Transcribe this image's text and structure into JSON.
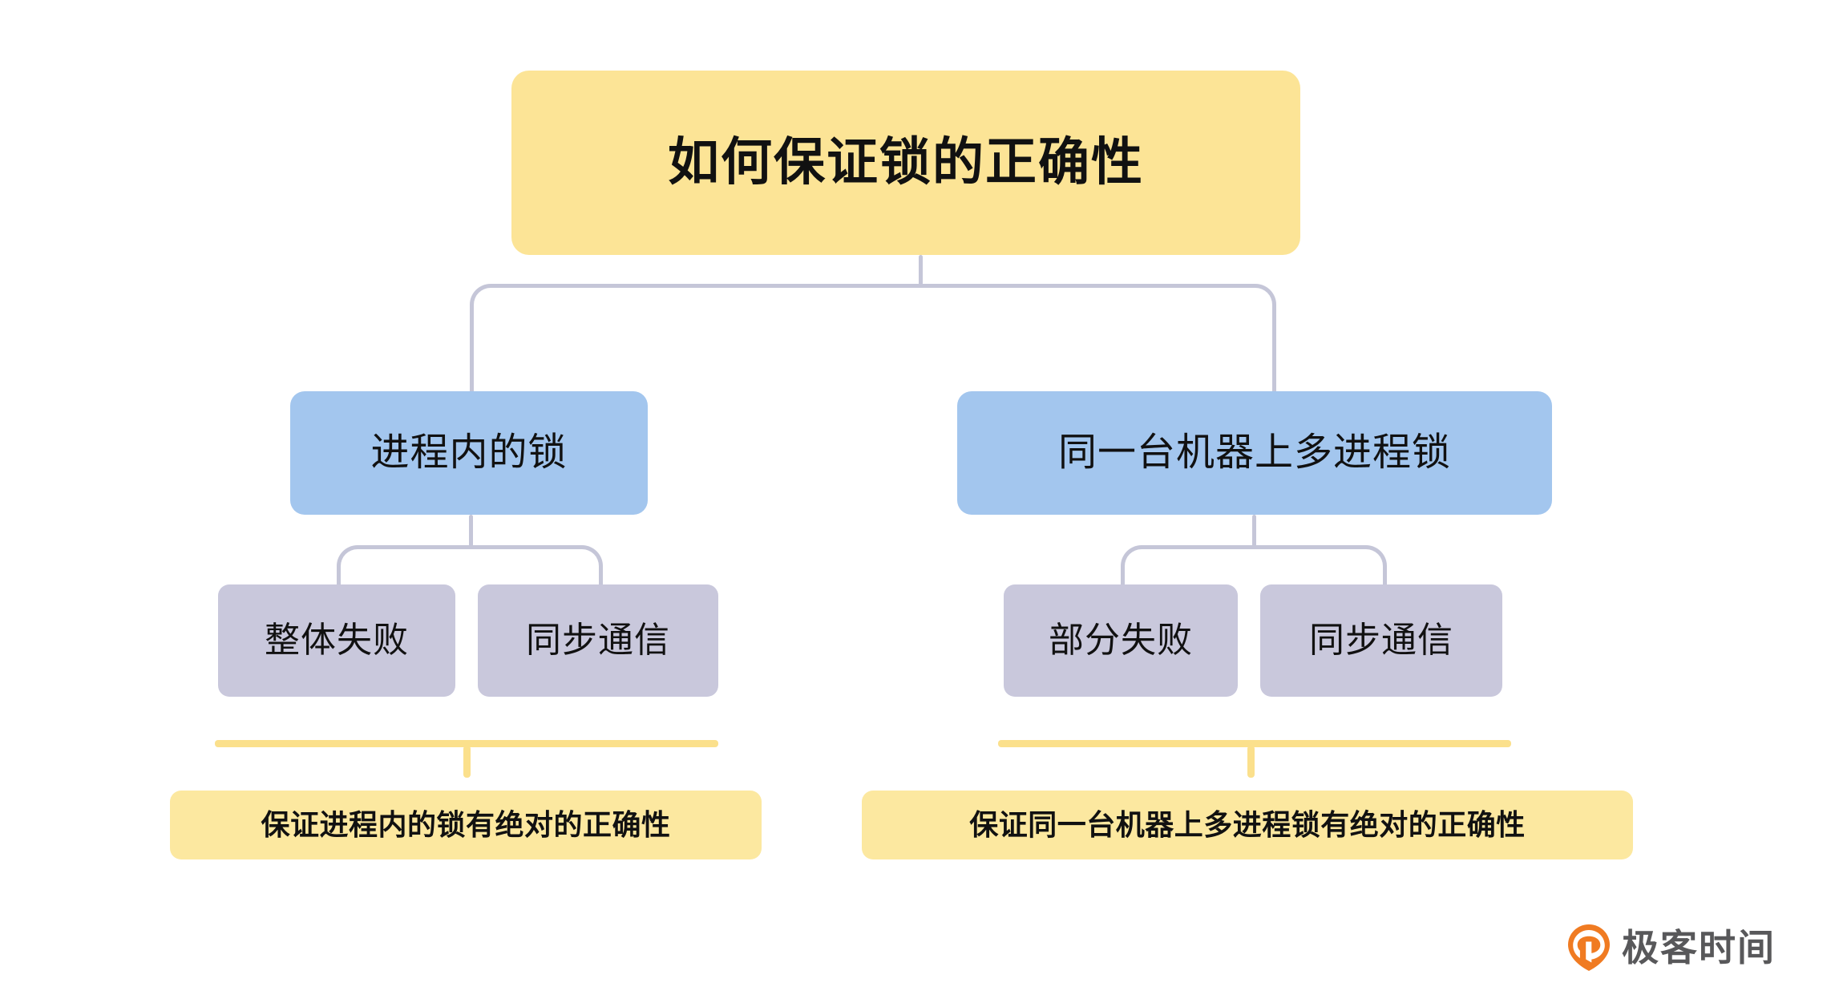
{
  "diagram": {
    "title": "如何保证锁的正确性",
    "root": {
      "label": "如何保证锁的正确性",
      "color": "#FCE496"
    },
    "branches": [
      {
        "label": "进程内的锁",
        "color": "#A3C6EE",
        "children": [
          {
            "label": "整体失败",
            "color": "#C9C8DC"
          },
          {
            "label": "同步通信",
            "color": "#C9C8DC"
          }
        ],
        "conclusion": {
          "label": "保证进程内的锁有绝对的正确性",
          "color": "#FCE8A0"
        }
      },
      {
        "label": "同一台机器上多进程锁",
        "color": "#A3C6EE",
        "children": [
          {
            "label": "部分失败",
            "color": "#C9C8DC"
          },
          {
            "label": "同步通信",
            "color": "#C9C8DC"
          }
        ],
        "conclusion": {
          "label": "保证同一台机器上多进程锁有绝对的正确性",
          "color": "#FCE8A0"
        }
      }
    ],
    "connector_color": "#C5C6D8",
    "summary_connector_color": "#FBE08C"
  },
  "watermark": {
    "icon": "geektime-pin-icon",
    "text": "极客时间",
    "mark_color": "#F07B22",
    "text_color": "#58585A"
  }
}
